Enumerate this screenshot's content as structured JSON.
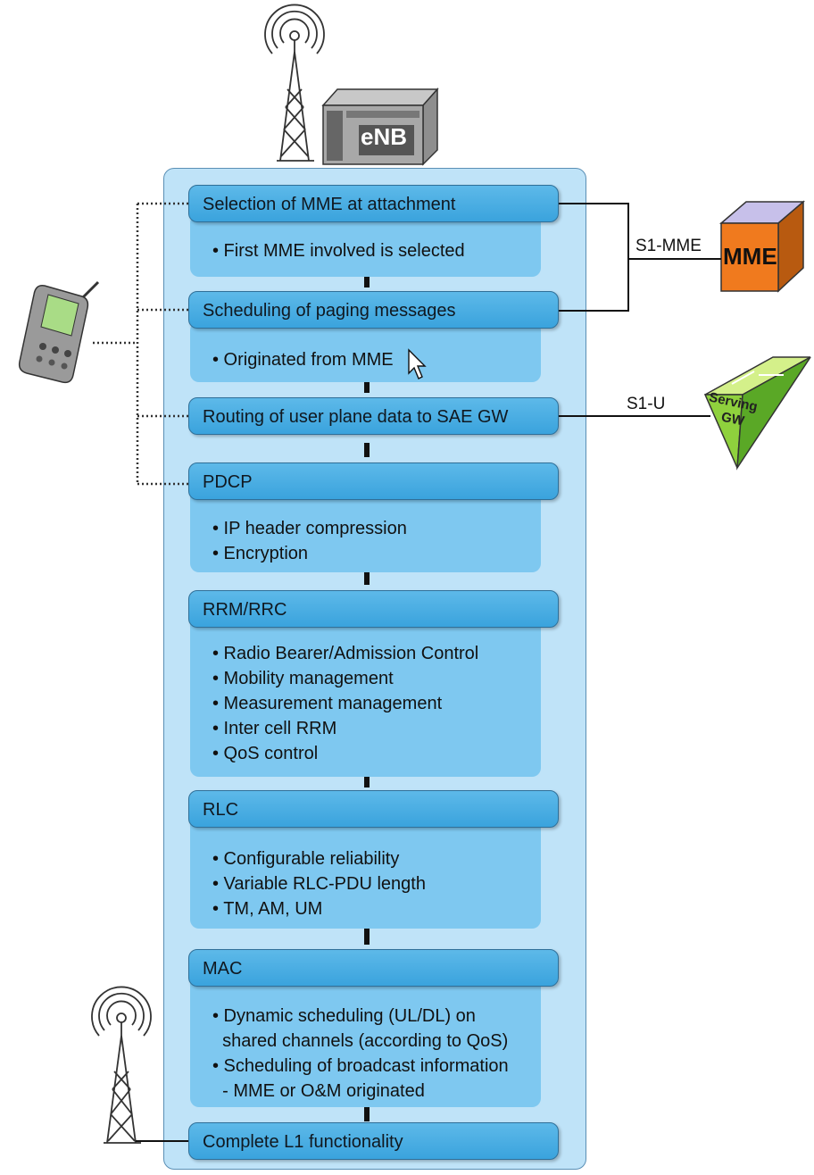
{
  "enb_label": "eNB",
  "mme_label": "MME",
  "sgw_label_1": "Serving",
  "sgw_label_2": "GW",
  "s1_mme_label": "S1-MME",
  "s1_u_label": "S1-U",
  "blocks": [
    {
      "title": "Selection of MME at attachment",
      "items": [
        "• First MME involved is selected"
      ]
    },
    {
      "title": "Scheduling of paging messages",
      "items": [
        "• Originated from MME"
      ]
    },
    {
      "title": "Routing of user plane data to SAE GW",
      "items": []
    },
    {
      "title": "PDCP",
      "items": [
        "• IP header compression",
        "• Encryption"
      ]
    },
    {
      "title": "RRM/RRC",
      "items": [
        "• Radio Bearer/Admission Control",
        "• Mobility management",
        "• Measurement management",
        "• Inter cell RRM",
        "• QoS control"
      ]
    },
    {
      "title": "RLC",
      "items": [
        "• Configurable reliability",
        "• Variable RLC-PDU length",
        "• TM, AM, UM"
      ]
    },
    {
      "title": "MAC",
      "items": [
        "• Dynamic scheduling (UL/DL) on",
        "  shared channels (according to QoS)",
        "• Scheduling of broadcast information",
        "  - MME or O&M originated"
      ]
    },
    {
      "title": "Complete L1 functionality",
      "items": []
    }
  ]
}
